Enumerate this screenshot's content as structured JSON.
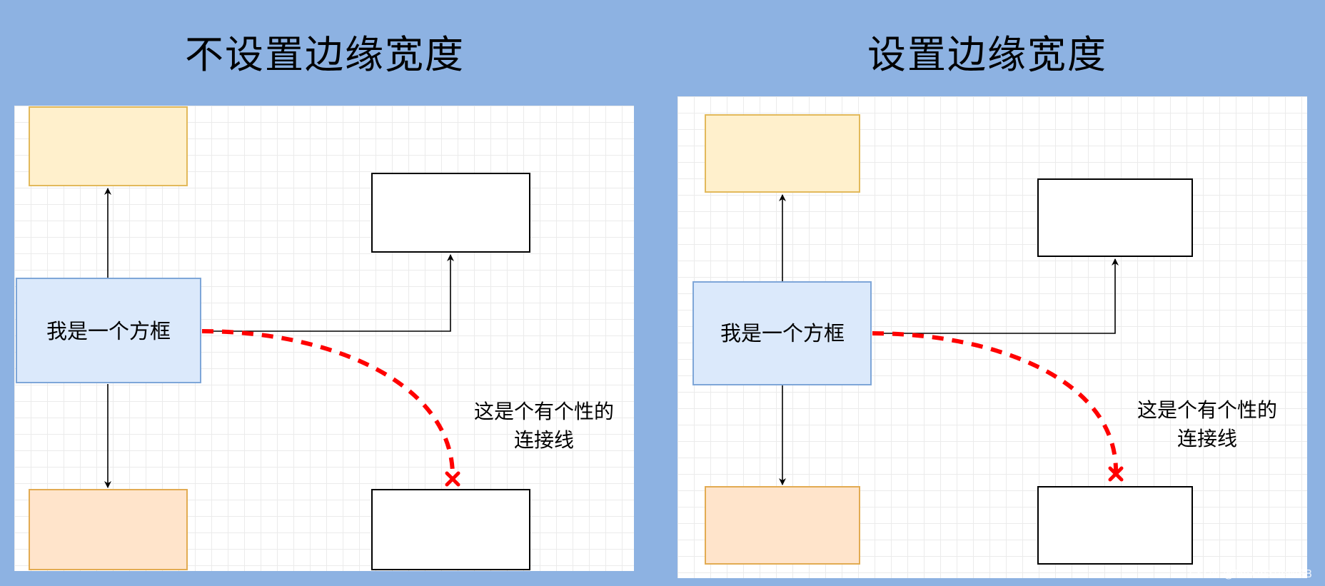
{
  "panels": [
    {
      "title": "不设置边缘宽度",
      "main_box_label": "我是一个方框",
      "connector_label_line1": "这是个有个性的",
      "connector_label_line2": "连接线"
    },
    {
      "title": "设置边缘宽度",
      "main_box_label": "我是一个方框",
      "connector_label_line1": "这是个有个性的",
      "connector_label_line2": "连接线"
    }
  ],
  "colors": {
    "background": "#8db2e2",
    "yellow_box_fill": "#fff0cc",
    "yellow_box_stroke": "#e2b95b",
    "orange_box_fill": "#ffe4cb",
    "orange_box_stroke": "#e2ab52",
    "blue_box_fill": "#dbe9fb",
    "blue_box_stroke": "#7ea6d8",
    "dashed_connector": "#ff0000"
  },
  "watermark": "CSDN @MoXinXueWEB"
}
